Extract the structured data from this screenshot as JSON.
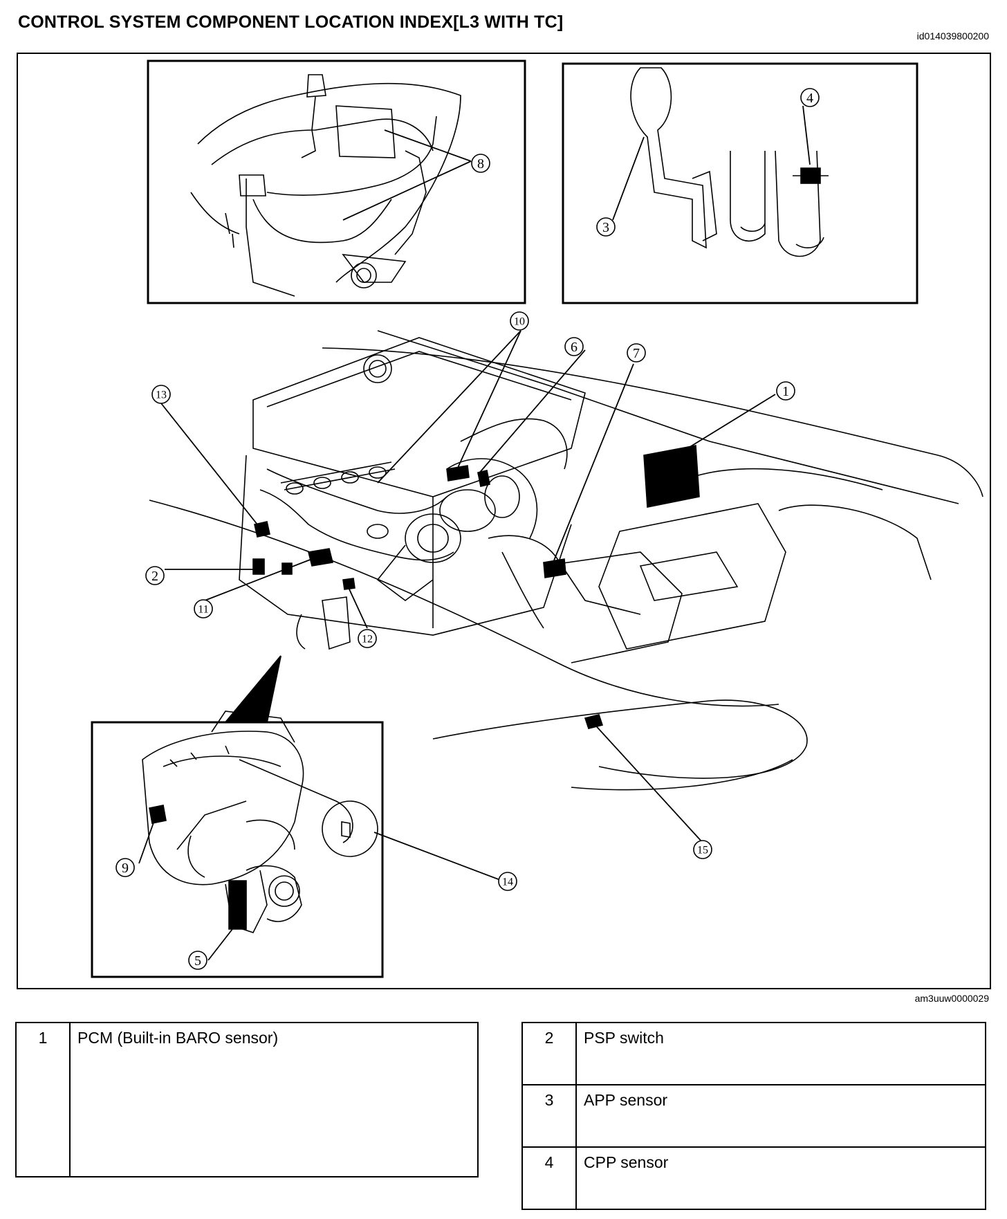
{
  "header": {
    "title": "CONTROL SYSTEM COMPONENT LOCATION INDEX[L3 WITH TC]",
    "doc_id": "id014039800200"
  },
  "figure": {
    "figure_id": "am3uuw0000029",
    "callouts": [
      "1",
      "2",
      "3",
      "4",
      "5",
      "6",
      "7",
      "8",
      "9",
      "10",
      "11",
      "12",
      "13",
      "14",
      "15"
    ]
  },
  "legend_left": [
    {
      "num": "1",
      "label": "PCM (Built-in BARO sensor)"
    }
  ],
  "legend_right": [
    {
      "num": "2",
      "label": "PSP switch"
    },
    {
      "num": "3",
      "label": "APP sensor"
    },
    {
      "num": "4",
      "label": "CPP sensor"
    }
  ]
}
